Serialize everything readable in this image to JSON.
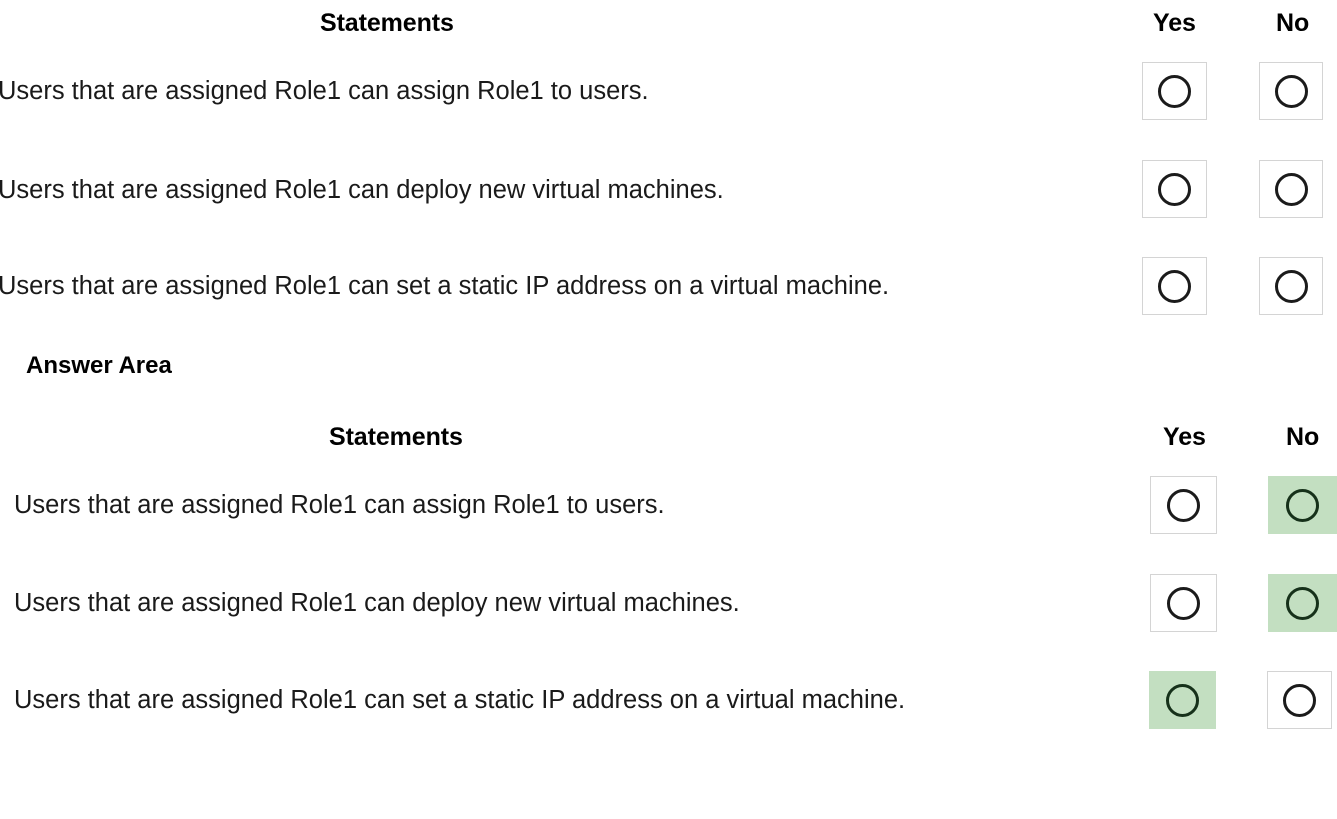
{
  "question_preview": {
    "headers": {
      "statements": "Statements",
      "yes": "Yes",
      "no": "No"
    },
    "rows": [
      {
        "statement": "Users that are assigned Role1 can assign Role1 to users.",
        "yes_selected": false,
        "no_selected": false
      },
      {
        "statement": "Users that are assigned Role1 can deploy new virtual machines.",
        "yes_selected": false,
        "no_selected": false
      },
      {
        "statement": "Users that are assigned Role1 can set a static IP address on a virtual machine.",
        "yes_selected": false,
        "no_selected": false
      }
    ]
  },
  "answer_area": {
    "label": "Answer Area",
    "headers": {
      "statements": "Statements",
      "yes": "Yes",
      "no": "No"
    },
    "rows": [
      {
        "statement": "Users that are assigned Role1 can assign Role1 to users.",
        "yes_selected": false,
        "no_selected": true,
        "selected_value": "No"
      },
      {
        "statement": "Users that are assigned Role1 can deploy new virtual machines.",
        "yes_selected": false,
        "no_selected": true,
        "selected_value": "No"
      },
      {
        "statement": "Users that are assigned Role1 can set a static IP address on a virtual machine.",
        "yes_selected": true,
        "no_selected": false,
        "selected_value": "Yes"
      }
    ]
  },
  "colors": {
    "selected_highlight": "#c3dfc1",
    "cell_border": "#d4d4d4",
    "radio_stroke": "#1b1b1b",
    "text": "#1a1a1a",
    "background": "#ffffff"
  }
}
